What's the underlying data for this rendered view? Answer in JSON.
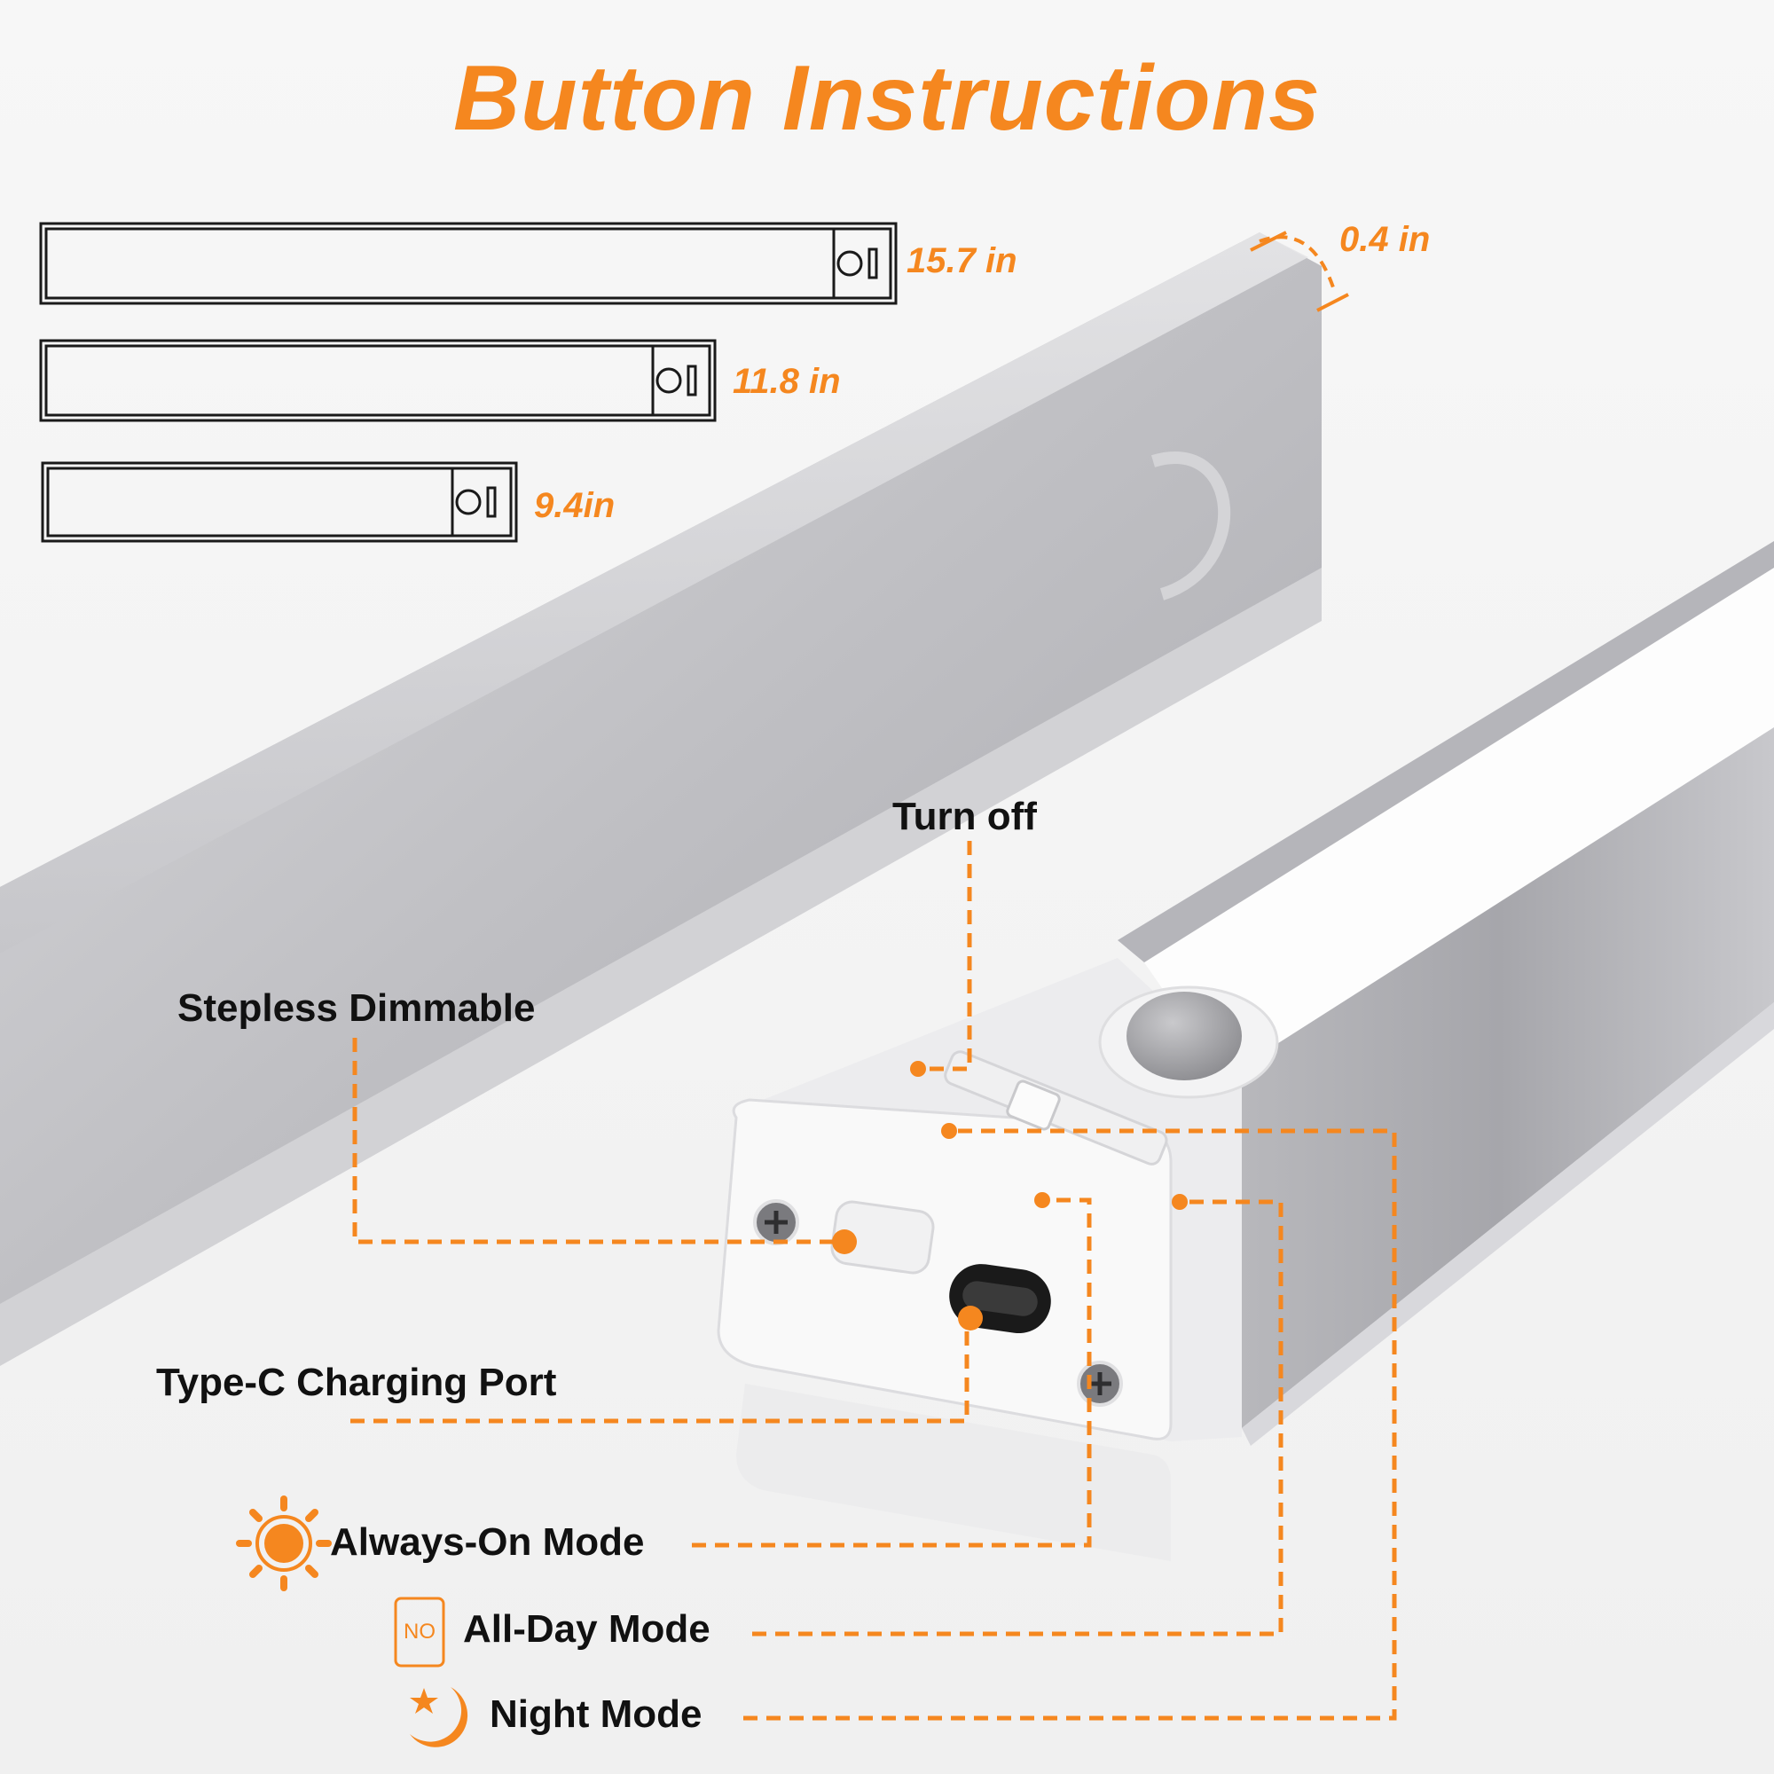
{
  "title": "Button Instructions",
  "colors": {
    "accent": "#f5871f",
    "text": "#111111",
    "aluminum": "#bdbdc1"
  },
  "sizes": {
    "long": "15.7 in",
    "medium": "11.8 in",
    "short": "9.4in",
    "thickness": "0.4 in"
  },
  "labels": {
    "turn_off": "Turn off",
    "stepless_dimmable": "Stepless Dimmable",
    "type_c_port": "Type-C Charging Port",
    "always_on": "Always-On Mode",
    "all_day": "All-Day Mode",
    "all_day_badge": "NO",
    "night": "Night Mode"
  },
  "icons": {
    "always_on": "sun-icon",
    "all_day": "no-badge-icon",
    "night": "moon-star-icon",
    "bar": "light-bar-outline-icon"
  }
}
